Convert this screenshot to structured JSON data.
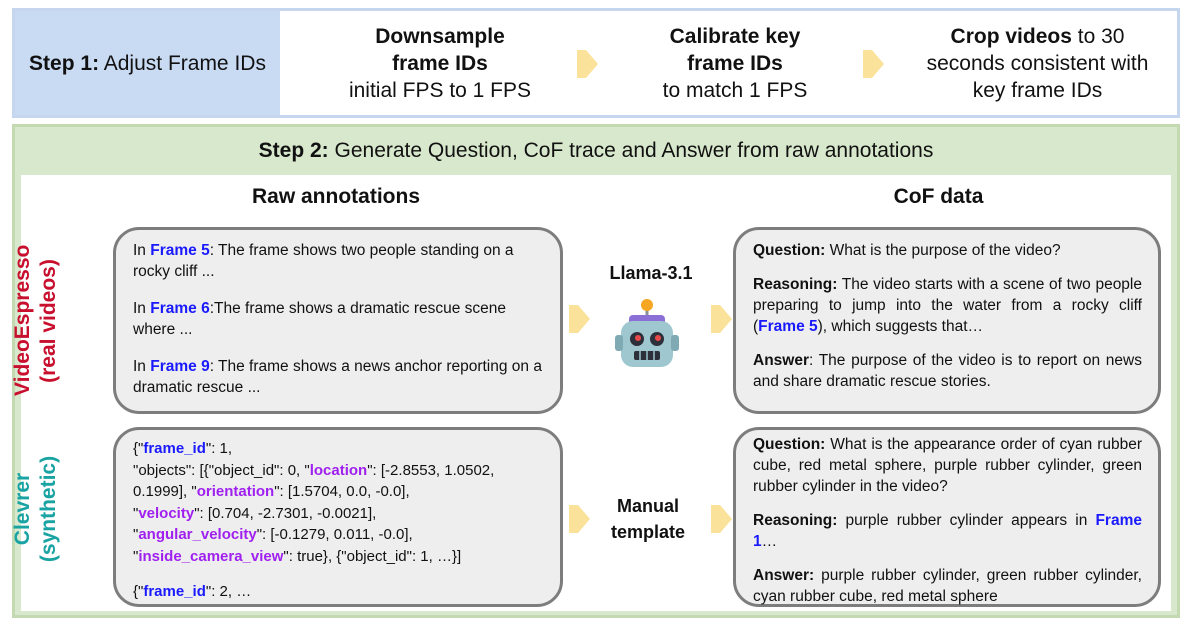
{
  "step1": {
    "label_bold": "Step 1:",
    "label_rest": " Adjust Frame IDs",
    "downsample": {
      "bold": "Downsample frame IDs",
      "text": "initial FPS to 1 FPS"
    },
    "calibrate": {
      "bold": "Calibrate key frame IDs",
      "text": "to match 1 FPS"
    },
    "crop": {
      "bold": "Crop videos",
      "text1": " to 30",
      "text2": "seconds consistent with key frame IDs"
    }
  },
  "step2": {
    "title_bold": "Step 2:",
    "title_rest": " Generate Question, CoF trace and Answer from raw annotations",
    "raw_heading": "Raw annotations",
    "cof_heading": "CoF data",
    "model_label": "Llama-3.1",
    "manual_label": "Manual template",
    "rows": {
      "videoespresso": {
        "name": "VideoEspresso",
        "sub": "(real videos)",
        "color": "#c8102e",
        "raw": [
          {
            "pre": "In ",
            "frame": "Frame 5",
            "post": ": The frame shows two people standing on a rocky cliff ..."
          },
          {
            "pre": "In ",
            "frame": "Frame 6",
            "post": ":The frame shows a dramatic rescue scene where ..."
          },
          {
            "pre": "In ",
            "frame": "Frame 9",
            "post": ": The frame shows a news anchor reporting on a dramatic rescue ..."
          }
        ],
        "cof": {
          "q_label": "Question:",
          "q_text": " What is the purpose of the video?",
          "r_label": "Reasoning:",
          "r_text1": " The video starts with a scene of two people preparing to jump into the water from a rocky cliff (",
          "r_frame": "Frame 5",
          "r_text2": "), which suggests that…",
          "a_label": "Answer",
          "a_text": ": The purpose of the video is to report on news and share dramatic rescue stories."
        }
      },
      "clevrer": {
        "name": "Clevrer",
        "sub": "(synthetic)",
        "color": "#1aa3a3",
        "raw": {
          "l1_a": "{\"",
          "l1_key": "frame_id",
          "l1_b": "\": 1,",
          "l2_a": "\"objects\": [{\"object_id\": 0, \"",
          "l2_key": "location",
          "l2_b": "\": [-2.8553, 1.0502, 0.1999], \"",
          "l3_key": "orientation",
          "l3_b": "\": [1.5704, 0.0, -0.0],",
          "l4_a": "\"",
          "l4_key": "velocity",
          "l4_b": "\": [0.704, -2.7301, -0.0021],",
          "l5_a": "\"",
          "l5_key": "angular_velocity",
          "l5_b": "\": [-0.1279, 0.011, -0.0],",
          "l6_a": "\"",
          "l6_key": "inside_camera_view",
          "l6_b": "\": true}, {\"object_id\": 1, …}]",
          "l7_a": "{\"",
          "l7_key": "frame_id",
          "l7_b": "\": 2, …"
        },
        "cof": {
          "q_label": "Question:",
          "q_text": " What is the appearance order of cyan rubber cube, red metal sphere, purple rubber cylinder, green rubber cylinder in the video?",
          "r_label": "Reasoning:",
          "r_text1": " purple rubber cylinder appears in ",
          "r_frame": "Frame 1",
          "r_text2": "…",
          "a_label": "Answer:",
          "a_text": " purple rubber cylinder, green rubber cylinder, cyan rubber cube, red metal sphere"
        }
      }
    }
  },
  "colors": {
    "step1_bg": "#c9daf3",
    "step2_bg": "#d8e8cc",
    "arrow": "#fbe29a",
    "frame_ref": "#1a1aff",
    "json_key": "#a020f0",
    "card_bg": "#eeeeee",
    "card_border": "#7d7d7d"
  },
  "icons": {
    "arrow": "chevron-arrow-icon",
    "model": "robot-icon"
  }
}
